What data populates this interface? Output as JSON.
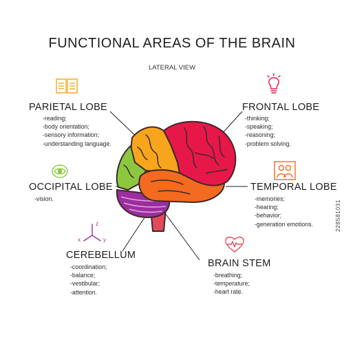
{
  "title": "FUNCTIONAL AREAS OF THE BRAIN",
  "subtitle": "LATERAL VIEW",
  "watermark": "228581031",
  "colors": {
    "frontal": "#e8174a",
    "parietal": "#f7a51c",
    "occipital": "#8cc83f",
    "temporal": "#f46a1e",
    "cerebellum": "#9b2f9e",
    "brainstem": "#e24a5c",
    "outline": "#3a2a2a"
  },
  "icons": {
    "parietal": "book-icon",
    "frontal": "lightbulb-icon",
    "occipital": "eye-icon",
    "temporal": "people-icon",
    "cerebellum": "axes-icon",
    "brainstem": "heartbeat-icon"
  },
  "axes_icon_labels": {
    "z": "z",
    "x": "x",
    "y": "y"
  },
  "regions": {
    "parietal": {
      "heading": "PARIETAL LOBE",
      "items": [
        "-reading;",
        "-body orientation;",
        "-sensory information;",
        "-understanding language."
      ]
    },
    "frontal": {
      "heading": "FRONTAL LOBE",
      "items": [
        "-thinking;",
        "-speaking;",
        "-reasoning;",
        "-problem solving."
      ]
    },
    "occipital": {
      "heading": "OCCIPITAL LOBE",
      "items": [
        "-vision."
      ]
    },
    "temporal": {
      "heading": "TEMPORAL LOBE",
      "items": [
        "-memories;",
        "-hearing;",
        "-behavior;",
        "-generation emotions."
      ]
    },
    "cerebellum": {
      "heading": "CEREBELLUM",
      "items": [
        "-coordination;",
        "-balance;",
        "-vestibular;",
        "-attention."
      ]
    },
    "brainstem": {
      "heading": "BRAIN STEM",
      "items": [
        "-breathing;",
        "-temperature;",
        "-heart rate."
      ]
    }
  }
}
